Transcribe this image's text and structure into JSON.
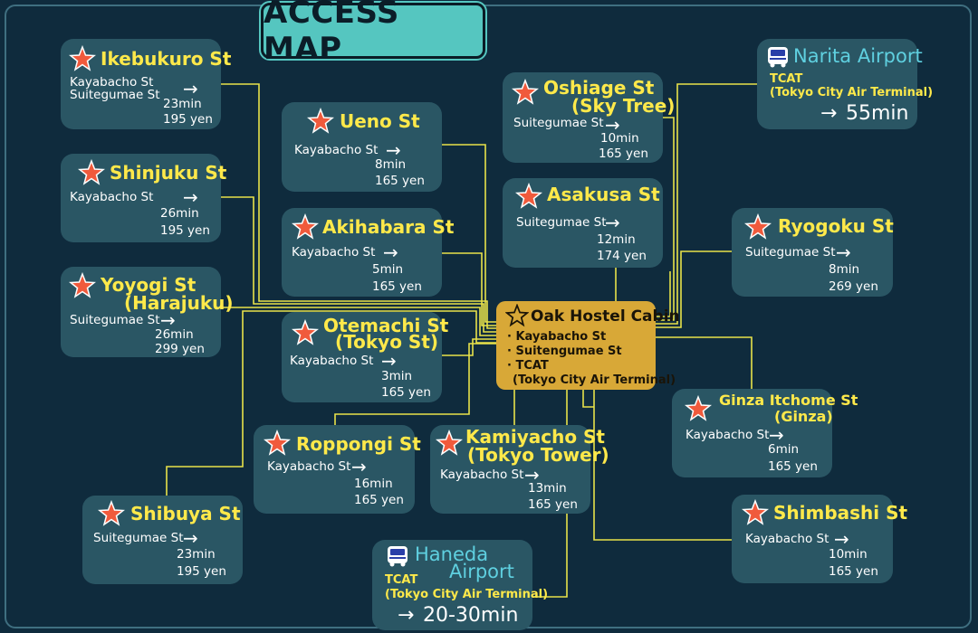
{
  "title": "ACCESS MAP",
  "hub": {
    "name": "Oak Hostel Cabin",
    "lines": [
      "· Kayabacho St",
      "· Suitengumae St",
      "· TCAT",
      "(Tokyo City Air Terminal)"
    ]
  },
  "stations": {
    "ikebukuro": {
      "name": "Ikebukuro St",
      "from1": "Kayabacho St",
      "from2": "Suitegumae St",
      "time": "23min",
      "fare": "195 yen"
    },
    "shinjuku": {
      "name": "Shinjuku St",
      "from": "Kayabacho St",
      "time": "26min",
      "fare": "195 yen"
    },
    "yoyogi": {
      "name1": "Yoyogi St",
      "name2": "(Harajuku)",
      "from": "Suitegumae St",
      "time": "26min",
      "fare": "299 yen"
    },
    "ueno": {
      "name": "Ueno St",
      "from": "Kayabacho St",
      "time": "8min",
      "fare": "165 yen"
    },
    "akihabara": {
      "name": "Akihabara St",
      "from": "Kayabacho St",
      "time": "5min",
      "fare": "165 yen"
    },
    "otemachi": {
      "name1": "Otemachi St",
      "name2": "(Tokyo St)",
      "from": "Kayabacho St",
      "time": "3min",
      "fare": "165 yen"
    },
    "oshiage": {
      "name1": "Oshiage St",
      "name2": "(Sky Tree)",
      "from": "Suitegumae St",
      "time": "10min",
      "fare": "165 yen"
    },
    "asakusa": {
      "name": "Asakusa St",
      "from": "Suitegumae St",
      "time": "12min",
      "fare": "174 yen"
    },
    "ryogoku": {
      "name": "Ryogoku St",
      "from": "Suitegumae St",
      "time": "8min",
      "fare": "269 yen"
    },
    "ginza": {
      "name1": "Ginza Itchome St",
      "name2": "(Ginza)",
      "from": "Kayabacho St",
      "time": "6min",
      "fare": "165 yen"
    },
    "roppongi": {
      "name": "Roppongi St",
      "from": "Kayabacho St",
      "time": "16min",
      "fare": "165 yen"
    },
    "kamiyacho": {
      "name1": "Kamiyacho St",
      "name2": "(Tokyo Tower)",
      "from": "Kayabacho St",
      "time": "13min",
      "fare": "165 yen"
    },
    "shibuya": {
      "name": "Shibuya St",
      "from": "Suitegumae St",
      "time": "23min",
      "fare": "195 yen"
    },
    "shimbashi": {
      "name": "Shimbashi St",
      "from": "Kayabacho St",
      "time": "10min",
      "fare": "165 yen"
    }
  },
  "airports": {
    "narita": {
      "name": "Narita Airport",
      "tcat": "TCAT",
      "tcat_full": "(Tokyo City Air Terminal)",
      "time": "55min"
    },
    "haneda": {
      "name1": "Haneda",
      "name2": "Airport",
      "tcat": "TCAT",
      "tcat_full": "(Tokyo City Air Terminal)",
      "time": "20-30min"
    }
  },
  "symbols": {
    "arrow": "→",
    "arrow_icon": "right-arrow-icon",
    "station_icon": "star-icon",
    "airport_icon": "bus-icon"
  },
  "colors": {
    "background": "#0f2b3d",
    "box": "#2a5664",
    "station_text": "#ffe94a",
    "airport_text": "#5fd0e0",
    "hub": "#d8a837",
    "star": "#f05a3c",
    "lines": "#e8e24a"
  }
}
